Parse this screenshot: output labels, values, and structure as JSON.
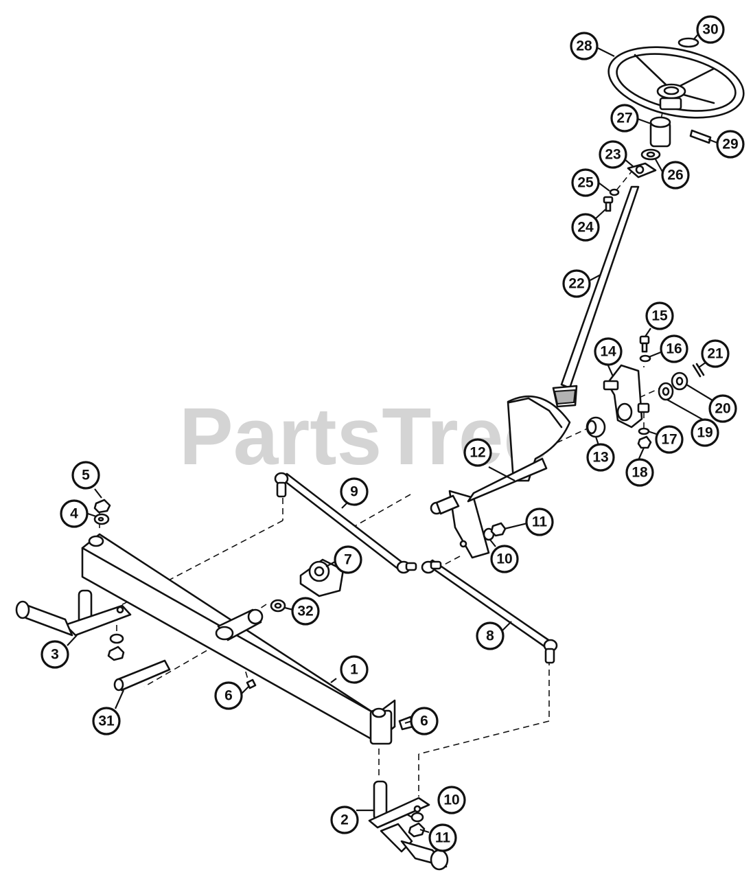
{
  "watermark": "PartsTree",
  "callouts": [
    {
      "label": "1",
      "part": "axle"
    },
    {
      "label": "2",
      "part": "spindle-right"
    },
    {
      "label": "3",
      "part": "spindle-left"
    },
    {
      "label": "4",
      "part": "washer"
    },
    {
      "label": "5",
      "part": "nut"
    },
    {
      "label": "6",
      "part": "grease-fitting"
    },
    {
      "label": "6",
      "part": "grease-fitting"
    },
    {
      "label": "7",
      "part": "pillow-block"
    },
    {
      "label": "8",
      "part": "tie-rod-lower"
    },
    {
      "label": "9",
      "part": "tie-rod-upper"
    },
    {
      "label": "10",
      "part": "washer"
    },
    {
      "label": "10",
      "part": "washer"
    },
    {
      "label": "11",
      "part": "nut"
    },
    {
      "label": "11",
      "part": "nut"
    },
    {
      "label": "12",
      "part": "sector-gear-shaft"
    },
    {
      "label": "13",
      "part": "bushing"
    },
    {
      "label": "14",
      "part": "support-bracket"
    },
    {
      "label": "15",
      "part": "bolt"
    },
    {
      "label": "16",
      "part": "lock-washer"
    },
    {
      "label": "17",
      "part": "lock-washer"
    },
    {
      "label": "18",
      "part": "nut"
    },
    {
      "label": "19",
      "part": "washer"
    },
    {
      "label": "20",
      "part": "washer"
    },
    {
      "label": "21",
      "part": "cotter-pin"
    },
    {
      "label": "22",
      "part": "steering-shaft"
    },
    {
      "label": "23",
      "part": "bracket"
    },
    {
      "label": "24",
      "part": "bolt"
    },
    {
      "label": "25",
      "part": "lock-washer"
    },
    {
      "label": "26",
      "part": "bushing"
    },
    {
      "label": "27",
      "part": "adapter"
    },
    {
      "label": "28",
      "part": "steering-wheel"
    },
    {
      "label": "29",
      "part": "roll-pin"
    },
    {
      "label": "30",
      "part": "cap"
    },
    {
      "label": "31",
      "part": "pin"
    },
    {
      "label": "32",
      "part": "washer"
    }
  ]
}
